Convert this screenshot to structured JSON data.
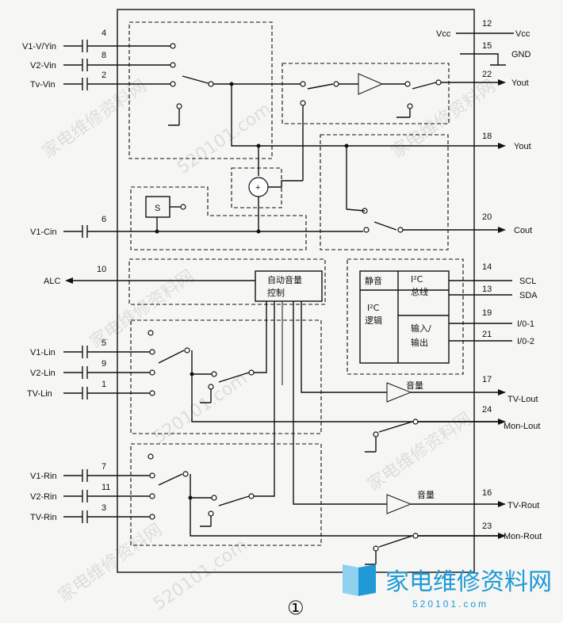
{
  "pins_left": [
    {
      "num": "4",
      "label": "V1-V/Yin"
    },
    {
      "num": "8",
      "label": "V2-Vin"
    },
    {
      "num": "2",
      "label": "Tv-Vin"
    },
    {
      "num": "6",
      "label": "V1-Cin"
    },
    {
      "num": "10",
      "label": "ALC"
    },
    {
      "num": "5",
      "label": "V1-Lin"
    },
    {
      "num": "9",
      "label": "V2-Lin"
    },
    {
      "num": "1",
      "label": "TV-Lin"
    },
    {
      "num": "7",
      "label": "V1-Rin"
    },
    {
      "num": "11",
      "label": "V2-Rin"
    },
    {
      "num": "3",
      "label": "TV-Rin"
    }
  ],
  "pins_right": [
    {
      "num": "12",
      "label": "Vcc"
    },
    {
      "num": "15",
      "label": "GND"
    },
    {
      "num": "22",
      "label": "Yout"
    },
    {
      "num": "18",
      "label": "Yout"
    },
    {
      "num": "20",
      "label": "Cout"
    },
    {
      "num": "14",
      "label": "SCL"
    },
    {
      "num": "13",
      "label": "SDA"
    },
    {
      "num": "19",
      "label": "I/0-1"
    },
    {
      "num": "21",
      "label": "I/0-2"
    },
    {
      "num": "17",
      "label": "TV-Lout"
    },
    {
      "num": "24",
      "label": "Mon-Lout"
    },
    {
      "num": "16",
      "label": "TV-Rout"
    },
    {
      "num": "23",
      "label": "Mon-Rout"
    }
  ],
  "vcc_inner": "Vcc",
  "blocks": {
    "s_box": "S",
    "alc_line1": "自动音量",
    "alc_line2": "控制",
    "mute": "静音",
    "i2c_bus_line1": "I²C",
    "i2c_bus_line2": "总线",
    "i2c_logic_line1": "I²C",
    "i2c_logic_line2": "逻辑",
    "io_line1": "输入/",
    "io_line2": "输出",
    "volume_l": "音量",
    "volume_r": "音量",
    "summer": "+"
  },
  "figure_number": "①",
  "watermarks": {
    "site_cn": "家电维修资料网",
    "site_url": "520101.com",
    "logo_cn": "家电维修资料网",
    "logo_url": "520101.com"
  }
}
